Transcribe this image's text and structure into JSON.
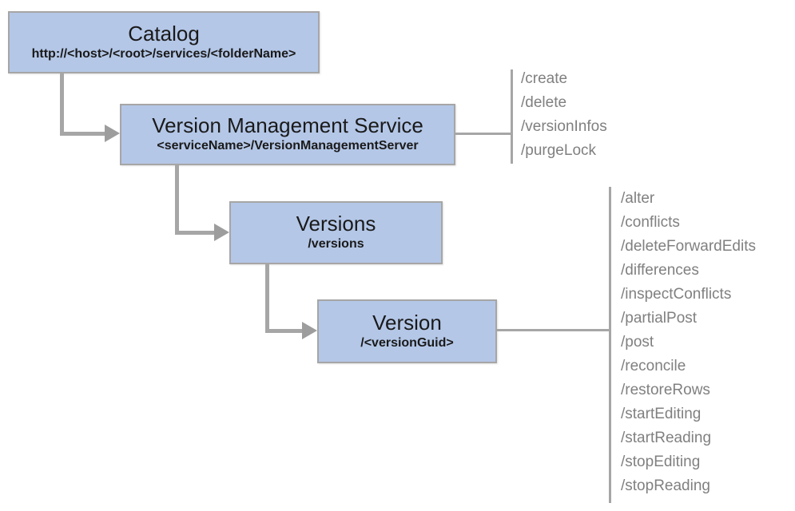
{
  "nodes": {
    "catalog": {
      "title": "Catalog",
      "subtitle": "http://<host>/<root>/services/<folderName>"
    },
    "version_management_service": {
      "title": "Version Management Service",
      "subtitle": "<serviceName>/VersionManagementServer"
    },
    "versions": {
      "title": "Versions",
      "subtitle": "/versions"
    },
    "version": {
      "title": "Version",
      "subtitle": "/<versionGuid>"
    }
  },
  "operations": {
    "version_management_service": [
      "/create",
      "/delete",
      "/versionInfos",
      "/purgeLock"
    ],
    "version": [
      "/alter",
      "/conflicts",
      "/deleteForwardEdits",
      "/differences",
      "/inspectConflicts",
      "/partialPost",
      "/post",
      "/reconcile",
      "/restoreRows",
      "/startEditing",
      "/startReading",
      "/stopEditing",
      "/stopReading"
    ]
  },
  "colors": {
    "node_fill": "#b4c7e7",
    "node_border": "#a6a6a6",
    "connector": "#a6a6a6",
    "operation_text": "#808080",
    "node_text": "#1a1a1a"
  }
}
